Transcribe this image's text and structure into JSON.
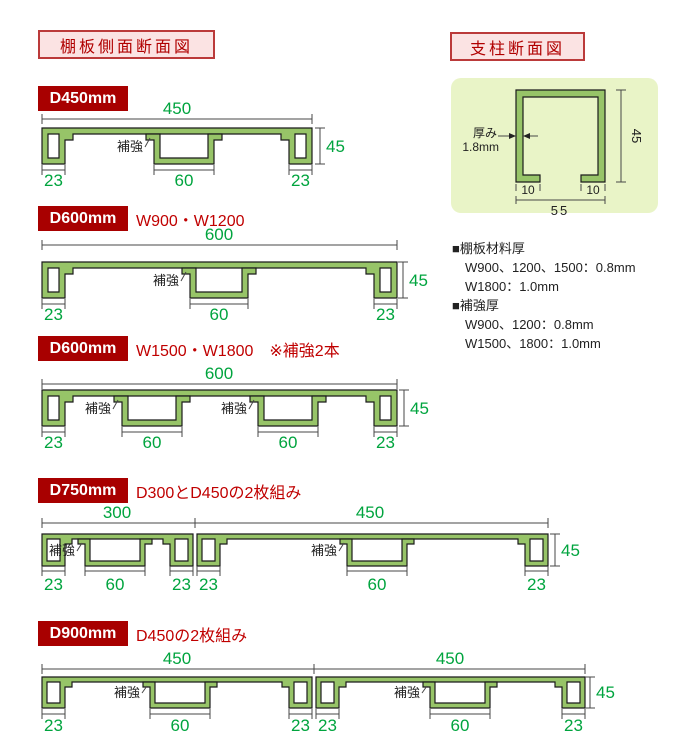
{
  "left_title": "棚板側面断面図",
  "right_title": "支柱断面図",
  "colors": {
    "profile_fill": "#97c468",
    "outline": "#1b1b1b",
    "dim_line": "#474747",
    "dim_text_green": "#00a43e",
    "label_bg": "#a80000",
    "accent_red": "#c00000",
    "title_bg": "#fbe3e3",
    "title_border": "#bb3a3a",
    "post_panel_bg": "#e9f4c7",
    "black_text": "#222222"
  },
  "sections": [
    {
      "label": "D450mm",
      "sublabel": "",
      "height_dim": "45",
      "boards": [
        {
          "top_dim": "450",
          "end_dims": [
            "23",
            "23"
          ],
          "channels": [
            {
              "label": "補強",
              "dim": "60"
            }
          ]
        }
      ]
    },
    {
      "label": "D600mm",
      "sublabel": "W900・W1200",
      "height_dim": "45",
      "boards": [
        {
          "top_dim": "600",
          "end_dims": [
            "23",
            "23"
          ],
          "channels": [
            {
              "label": "補強",
              "dim": "60"
            }
          ]
        }
      ]
    },
    {
      "label": "D600mm",
      "sublabel": "W1500・W1800　※補強2本",
      "height_dim": "45",
      "boards": [
        {
          "top_dim": "600",
          "end_dims": [
            "23",
            "23"
          ],
          "channels": [
            {
              "label": "補強",
              "dim": "60"
            },
            {
              "label": "補強",
              "dim": "60"
            }
          ]
        }
      ]
    },
    {
      "label": "D750mm",
      "sublabel": "D300とD450の2枚組み",
      "height_dim": "45",
      "boards": [
        {
          "top_dim": "300",
          "end_dims": [
            "23",
            "23"
          ],
          "channels": [
            {
              "label": "補強",
              "dim": "60"
            }
          ]
        },
        {
          "top_dim": "450",
          "end_dims": [
            "23",
            "23"
          ],
          "channels": [
            {
              "label": "補強",
              "dim": "60"
            }
          ]
        }
      ]
    },
    {
      "label": "D900mm",
      "sublabel": "D450の2枚組み",
      "height_dim": "45",
      "boards": [
        {
          "top_dim": "450",
          "end_dims": [
            "23",
            "23"
          ],
          "channels": [
            {
              "label": "補強",
              "dim": "60"
            }
          ]
        },
        {
          "top_dim": "450",
          "end_dims": [
            "23",
            "23"
          ],
          "channels": [
            {
              "label": "補強",
              "dim": "60"
            }
          ]
        }
      ]
    }
  ],
  "column": {
    "thickness_label": [
      "厚み",
      "1.8mm"
    ],
    "height_dim": "45",
    "lip_dims": [
      "10",
      "10"
    ],
    "width_dim": "55"
  },
  "notes": [
    "■棚板材料厚",
    "W900、1200、1500：0.8mm",
    "W1800：1.0mm",
    "■補強厚",
    "W900、1200：0.8mm",
    "W1500、1800：1.0mm"
  ]
}
